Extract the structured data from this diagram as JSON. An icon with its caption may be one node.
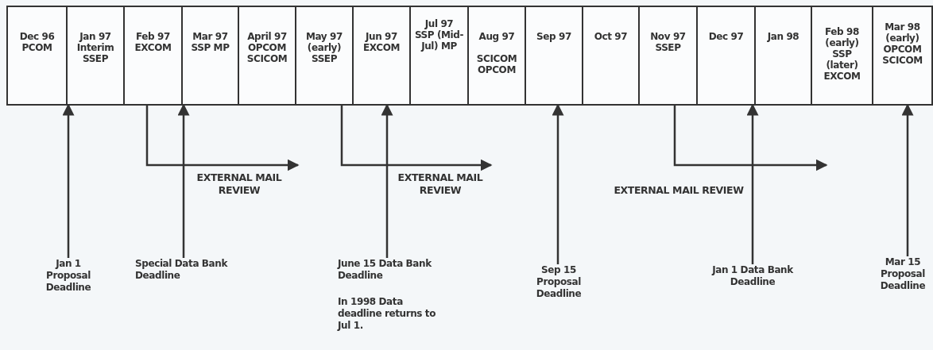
{
  "diagram": {
    "nodes": [
      {
        "text": [
          "Dec 96",
          "PCOM"
        ]
      },
      {
        "text": [
          "Jan 97",
          "Interim SSEP"
        ]
      },
      {
        "text": [
          "Feb 97",
          "EXCOM"
        ]
      },
      {
        "text": [
          "Mar 97",
          "SSP MP"
        ]
      },
      {
        "text": [
          "April 97",
          "OPCOM SCICOM"
        ]
      },
      {
        "text": [
          "May 97",
          "(early) SSEP"
        ]
      },
      {
        "text": [
          "Jun 97",
          "EXCOM"
        ]
      },
      {
        "text": [
          "Jul 97",
          "SSP (Mid-Jul) MP"
        ]
      },
      {
        "text": [
          "Aug 97",
          "SCICOM OPCOM"
        ]
      },
      {
        "text": [
          "Sep 97"
        ]
      },
      {
        "text": [
          "Oct 97"
        ]
      },
      {
        "text": [
          "Nov 97",
          "SSEP"
        ]
      },
      {
        "text": [
          "Dec 97"
        ]
      },
      {
        "text": [
          "Jan 98"
        ]
      },
      {
        "text": [
          "Feb 98",
          "(early) SSP (later) EXCOM"
        ]
      },
      {
        "text": [
          "Mar 98",
          "(early) OPCOM SCICOM"
        ]
      },
      {
        "text": [
          "Jan 1 Proposal Deadline"
        ]
      },
      {
        "text": [
          "Special Data Bank Deadline"
        ]
      },
      {
        "text": [
          "June 15 Data Bank Deadline",
          "In 1998 Data deadline returns to Jul 1."
        ]
      },
      {
        "text": [
          "Sep 15 Proposal Deadline"
        ]
      },
      {
        "text": [
          "Jan 1 Data Bank Deadline"
        ]
      },
      {
        "text": [
          "Mar 15 Proposal Deadline"
        ]
      }
    ],
    "edges": [
      {
        "from": 16,
        "to": 1,
        "arrow": "to"
      },
      {
        "from": 2,
        "to": null,
        "arrow": "to",
        "label": "EXTERNAL MAIL REVIEW"
      },
      {
        "from": 17,
        "to": 3,
        "arrow": "to"
      },
      {
        "from": 5,
        "to": null,
        "arrow": "to",
        "label": "EXTERNAL MAIL REVIEW"
      },
      {
        "from": 18,
        "to": 6,
        "arrow": "to"
      },
      {
        "from": 19,
        "to": 9,
        "arrow": "to"
      },
      {
        "from": 11,
        "to": null,
        "arrow": "to",
        "label": "EXTERNAL MAIL REVIEW"
      },
      {
        "from": 20,
        "to": 13,
        "arrow": "to"
      },
      {
        "from": 21,
        "to": 15,
        "arrow": "to"
      }
    ]
  }
}
